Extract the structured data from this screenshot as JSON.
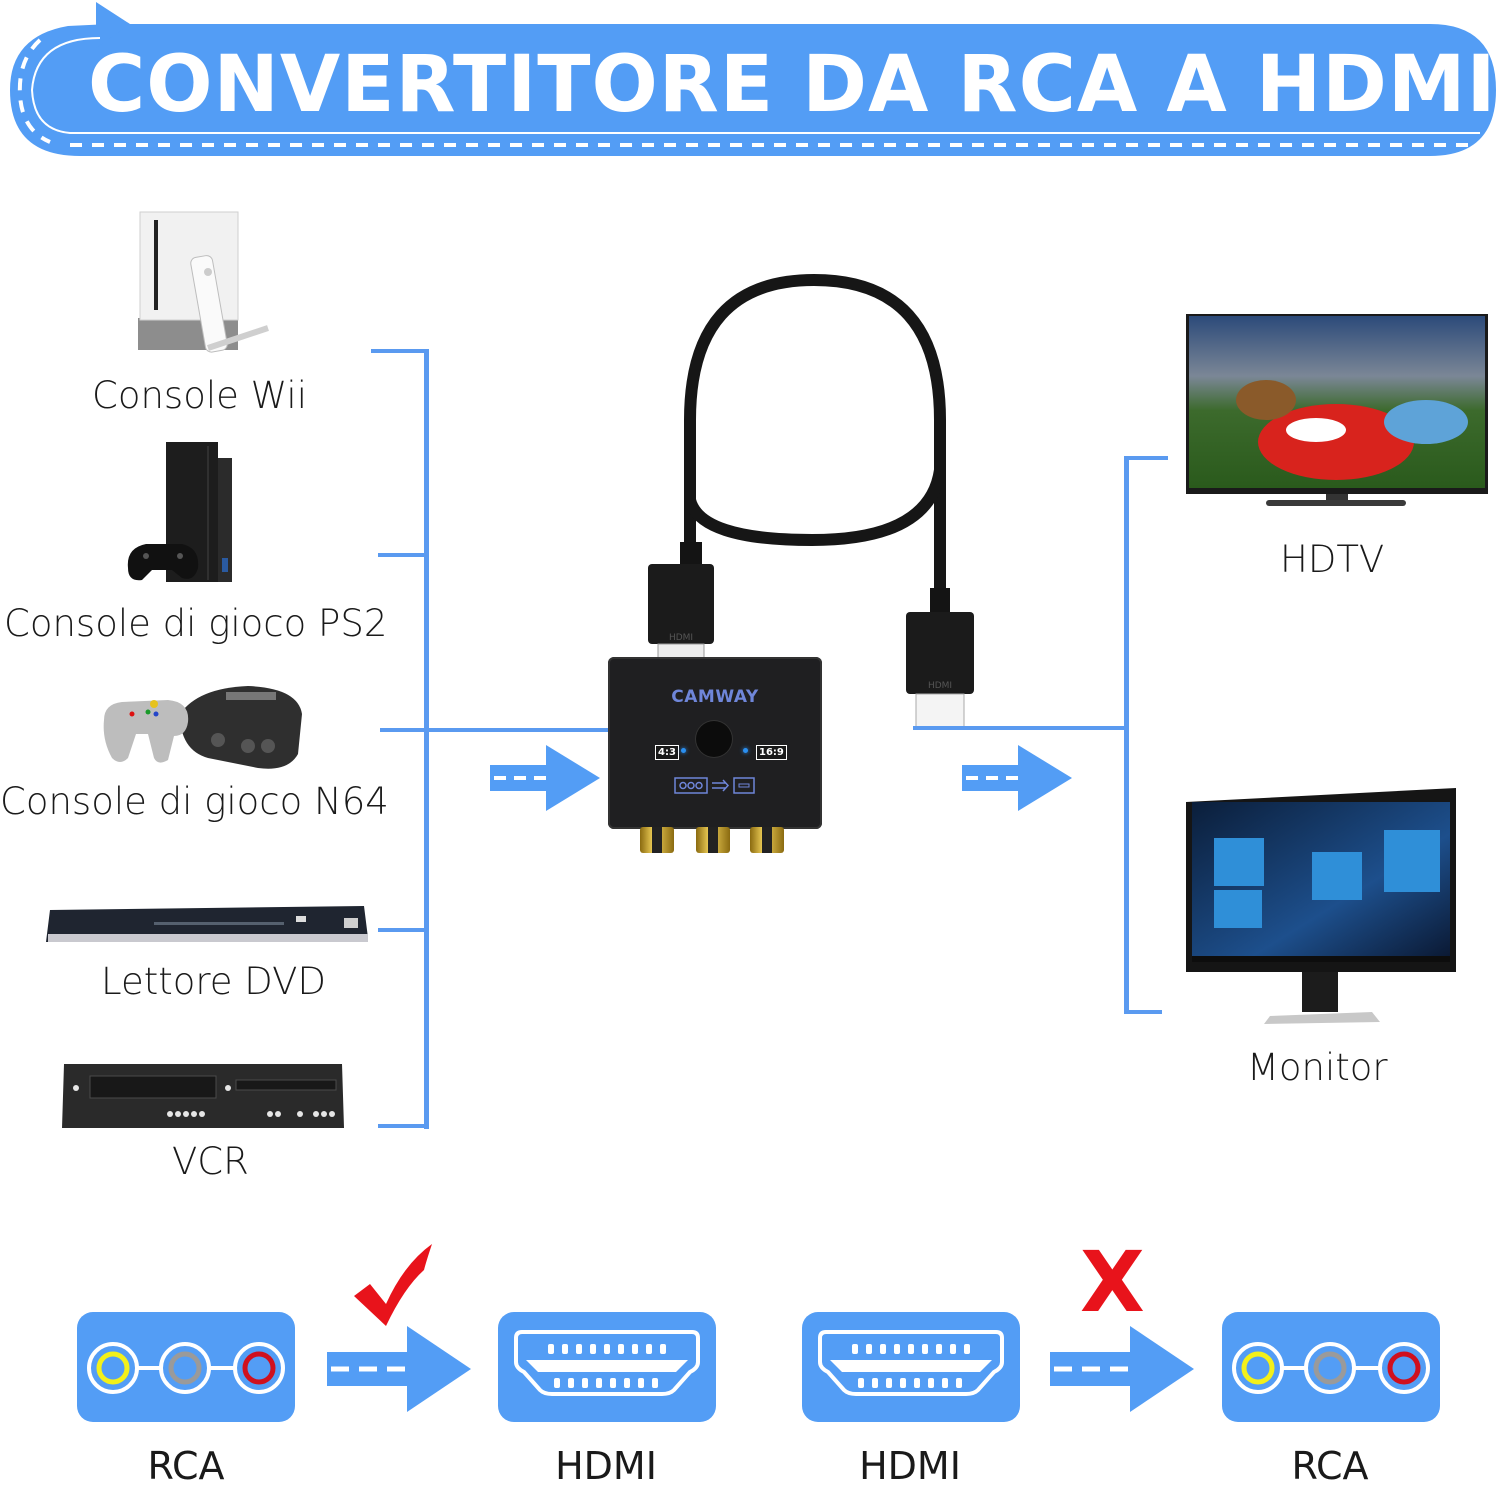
{
  "banner": {
    "title": "CONVERTITORE DA RCA A HDMI",
    "color": "#539df5"
  },
  "sources": [
    {
      "label": "Console Wii",
      "icon": "wii-console-icon"
    },
    {
      "label": "Console di gioco PS2",
      "icon": "ps2-console-icon"
    },
    {
      "label": "Console di gioco N64",
      "icon": "n64-console-icon"
    },
    {
      "label": "Lettore DVD",
      "icon": "dvd-player-icon"
    },
    {
      "label": "VCR",
      "icon": "vcr-icon"
    }
  ],
  "device": {
    "brand": "CAMWAY",
    "ratio_left": "4:3",
    "ratio_right": "16:9",
    "plug_label": "HDMI"
  },
  "outputs": [
    {
      "label": "HDTV",
      "icon": "hdtv-icon"
    },
    {
      "label": "Monitor",
      "icon": "monitor-icon"
    }
  ],
  "compatibility": [
    {
      "from": "RCA",
      "to": "HDMI",
      "status": "supported",
      "mark": "check-mark-icon"
    },
    {
      "from": "HDMI",
      "to": "RCA",
      "status": "not-supported",
      "mark": "X"
    }
  ],
  "colors": {
    "accent_blue": "#539df5",
    "line_blue": "#5a9af0",
    "rca_yellow": "#f3f01a",
    "rca_gray": "#9a9a9a",
    "rca_red": "#d0101e",
    "mark_red": "#e8131b"
  }
}
